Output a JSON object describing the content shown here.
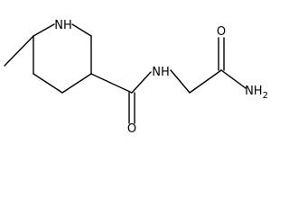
{
  "colors": {
    "background": "#ffffff",
    "bond": "#000000",
    "label": "#000000"
  },
  "atoms": {
    "ring_nh": "NH",
    "amide_nh": "NH",
    "amide_o": "O",
    "terminal_o": "O",
    "terminal_nh2": "NH2"
  }
}
